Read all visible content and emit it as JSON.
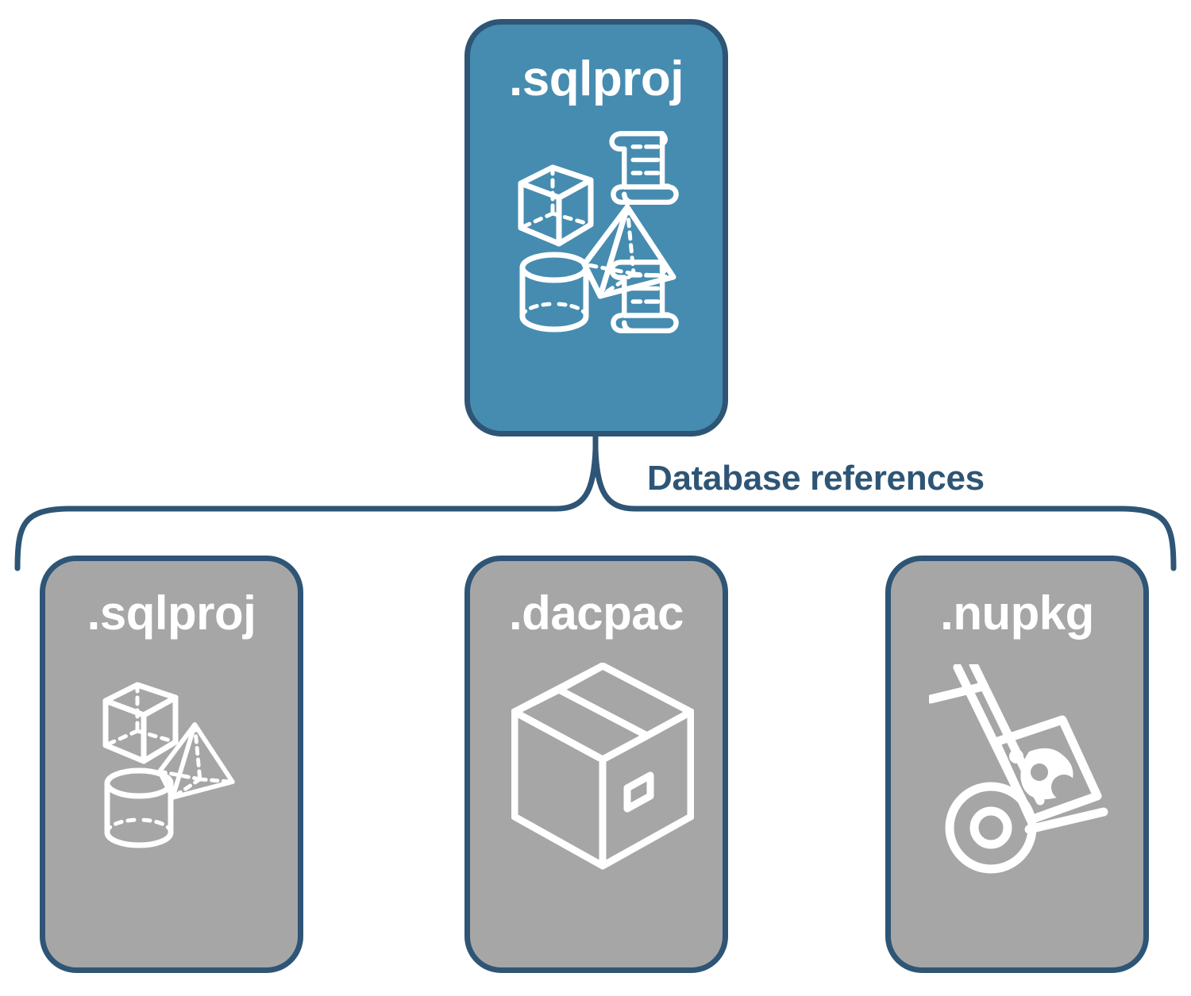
{
  "diagram": {
    "title_text": "Database references",
    "colors": {
      "root_fill": "#468CB0",
      "reference_fill": "#A6A6A6",
      "border": "#2E5575",
      "label_text": "#2E5575",
      "icon_stroke": "#FFFFFF",
      "background": "#FFFFFF"
    },
    "root_node": {
      "label": ".sqlproj",
      "icon_name": "database-objects-icon",
      "icon_parts": [
        "cube",
        "pyramid",
        "cylinder",
        "scroll",
        "scroll"
      ]
    },
    "connector": {
      "type": "curly-brace",
      "label": "Database references",
      "direction": "root-to-references"
    },
    "reference_nodes": [
      {
        "label": ".sqlproj",
        "icon_name": "database-objects-icon",
        "icon_parts": [
          "cube",
          "pyramid",
          "cylinder"
        ]
      },
      {
        "label": ".dacpac",
        "icon_name": "package-box-icon",
        "icon_parts": [
          "shipping-box"
        ]
      },
      {
        "label": ".nupkg",
        "icon_name": "hand-truck-package-icon",
        "icon_parts": [
          "hand-truck",
          "package"
        ]
      }
    ]
  }
}
